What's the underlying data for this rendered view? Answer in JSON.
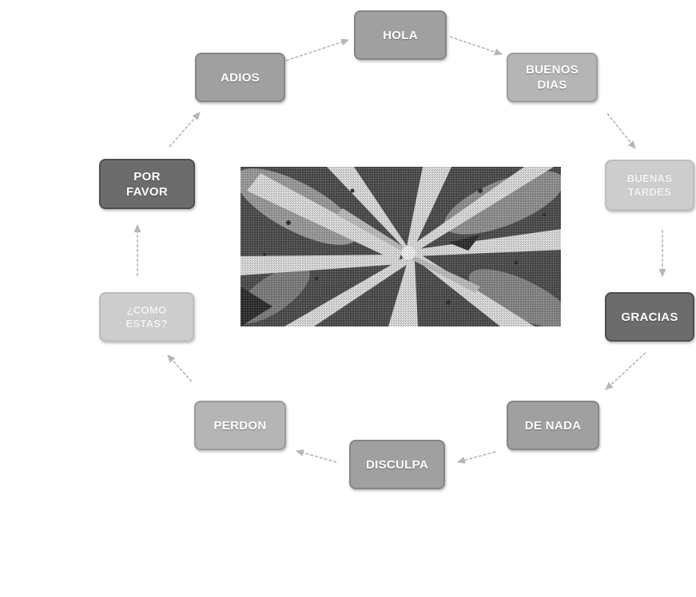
{
  "colors": {
    "dark": {
      "fill": "#6c6c6c",
      "border": "#4e4e4e"
    },
    "medium": {
      "fill": "#a0a0a0",
      "border": "#858585"
    },
    "medium-light": {
      "fill": "#b5b5b5",
      "border": "#9c9c9c"
    },
    "light": {
      "fill": "#cdcdcd",
      "border": "#bdbdbd"
    },
    "arrow": "#b6b6b6"
  },
  "nodes": [
    {
      "lines": [
        "HOLA"
      ],
      "tone": "medium"
    },
    {
      "lines": [
        "BUENOS",
        "DIAS"
      ],
      "tone": "medium-light"
    },
    {
      "lines": [
        "BUENAS",
        "TARDES"
      ],
      "tone": "light"
    },
    {
      "lines": [
        "GRACIAS"
      ],
      "tone": "dark"
    },
    {
      "lines": [
        "DE NADA"
      ],
      "tone": "medium"
    },
    {
      "lines": [
        "DISCULPA"
      ],
      "tone": "medium"
    },
    {
      "lines": [
        "PERDON"
      ],
      "tone": "medium-light"
    },
    {
      "lines": [
        "¿COMO",
        "ESTAS?"
      ],
      "tone": "light"
    },
    {
      "lines": [
        "POR",
        "FAVOR"
      ],
      "tone": "dark"
    },
    {
      "lines": [
        "ADIOS"
      ],
      "tone": "medium"
    }
  ]
}
